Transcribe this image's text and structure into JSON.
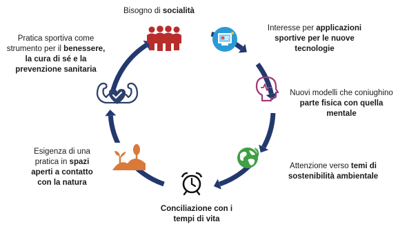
{
  "nodes": [
    {
      "id": "socialita",
      "icon": "people-group-icon",
      "color": "#b92c2c",
      "text_plain": "Bisogno di ",
      "text_bold": "socialità"
    },
    {
      "id": "tecnologie",
      "icon": "sports-tech-tablet-icon",
      "color": "#2a9ad6",
      "text_plain": "Interesse per ",
      "text_bold": "applicazioni sportive per le nuove tecnologie"
    },
    {
      "id": "mentale",
      "icon": "head-heartbeat-icon",
      "color": "#a33a78",
      "text_plain": "Nuovi modelli che coniughino ",
      "text_bold": "parte fisica con quella mentale"
    },
    {
      "id": "sostenibilita",
      "icon": "green-globe-icon",
      "color": "#3ea043",
      "text_plain": "Attenzione verso ",
      "text_bold": "temi di sostenibilità ambientale"
    },
    {
      "id": "tempi",
      "icon": "alarm-clock-icon",
      "color": "#111111",
      "text_plain": "",
      "text_bold": "Conciliazione con i tempi di vita"
    },
    {
      "id": "natura",
      "icon": "nature-plants-icon",
      "color": "#d9793a",
      "text_plain": "Esigenza di una pratica in ",
      "text_bold": "spazi aperti a contatto con la natura"
    },
    {
      "id": "benessere",
      "icon": "muscle-arms-heart-icon",
      "color": "#2d3f6b",
      "text_plain": "Pratica sportiva come strumento per il ",
      "text_bold": "benessere, la cura di sé e la prevenzione sanitaria"
    }
  ],
  "arrow_color": "#23386e"
}
